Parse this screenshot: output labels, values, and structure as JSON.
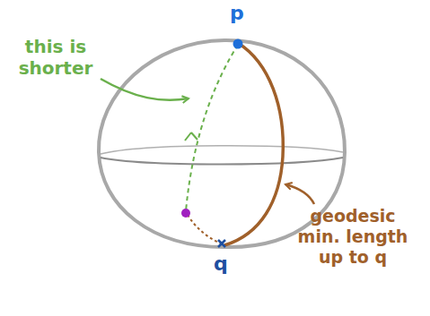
{
  "diagram": {
    "labels": [
      "p",
      "this is shorter",
      "geodesic min. length up to q",
      "q"
    ]
  }
}
